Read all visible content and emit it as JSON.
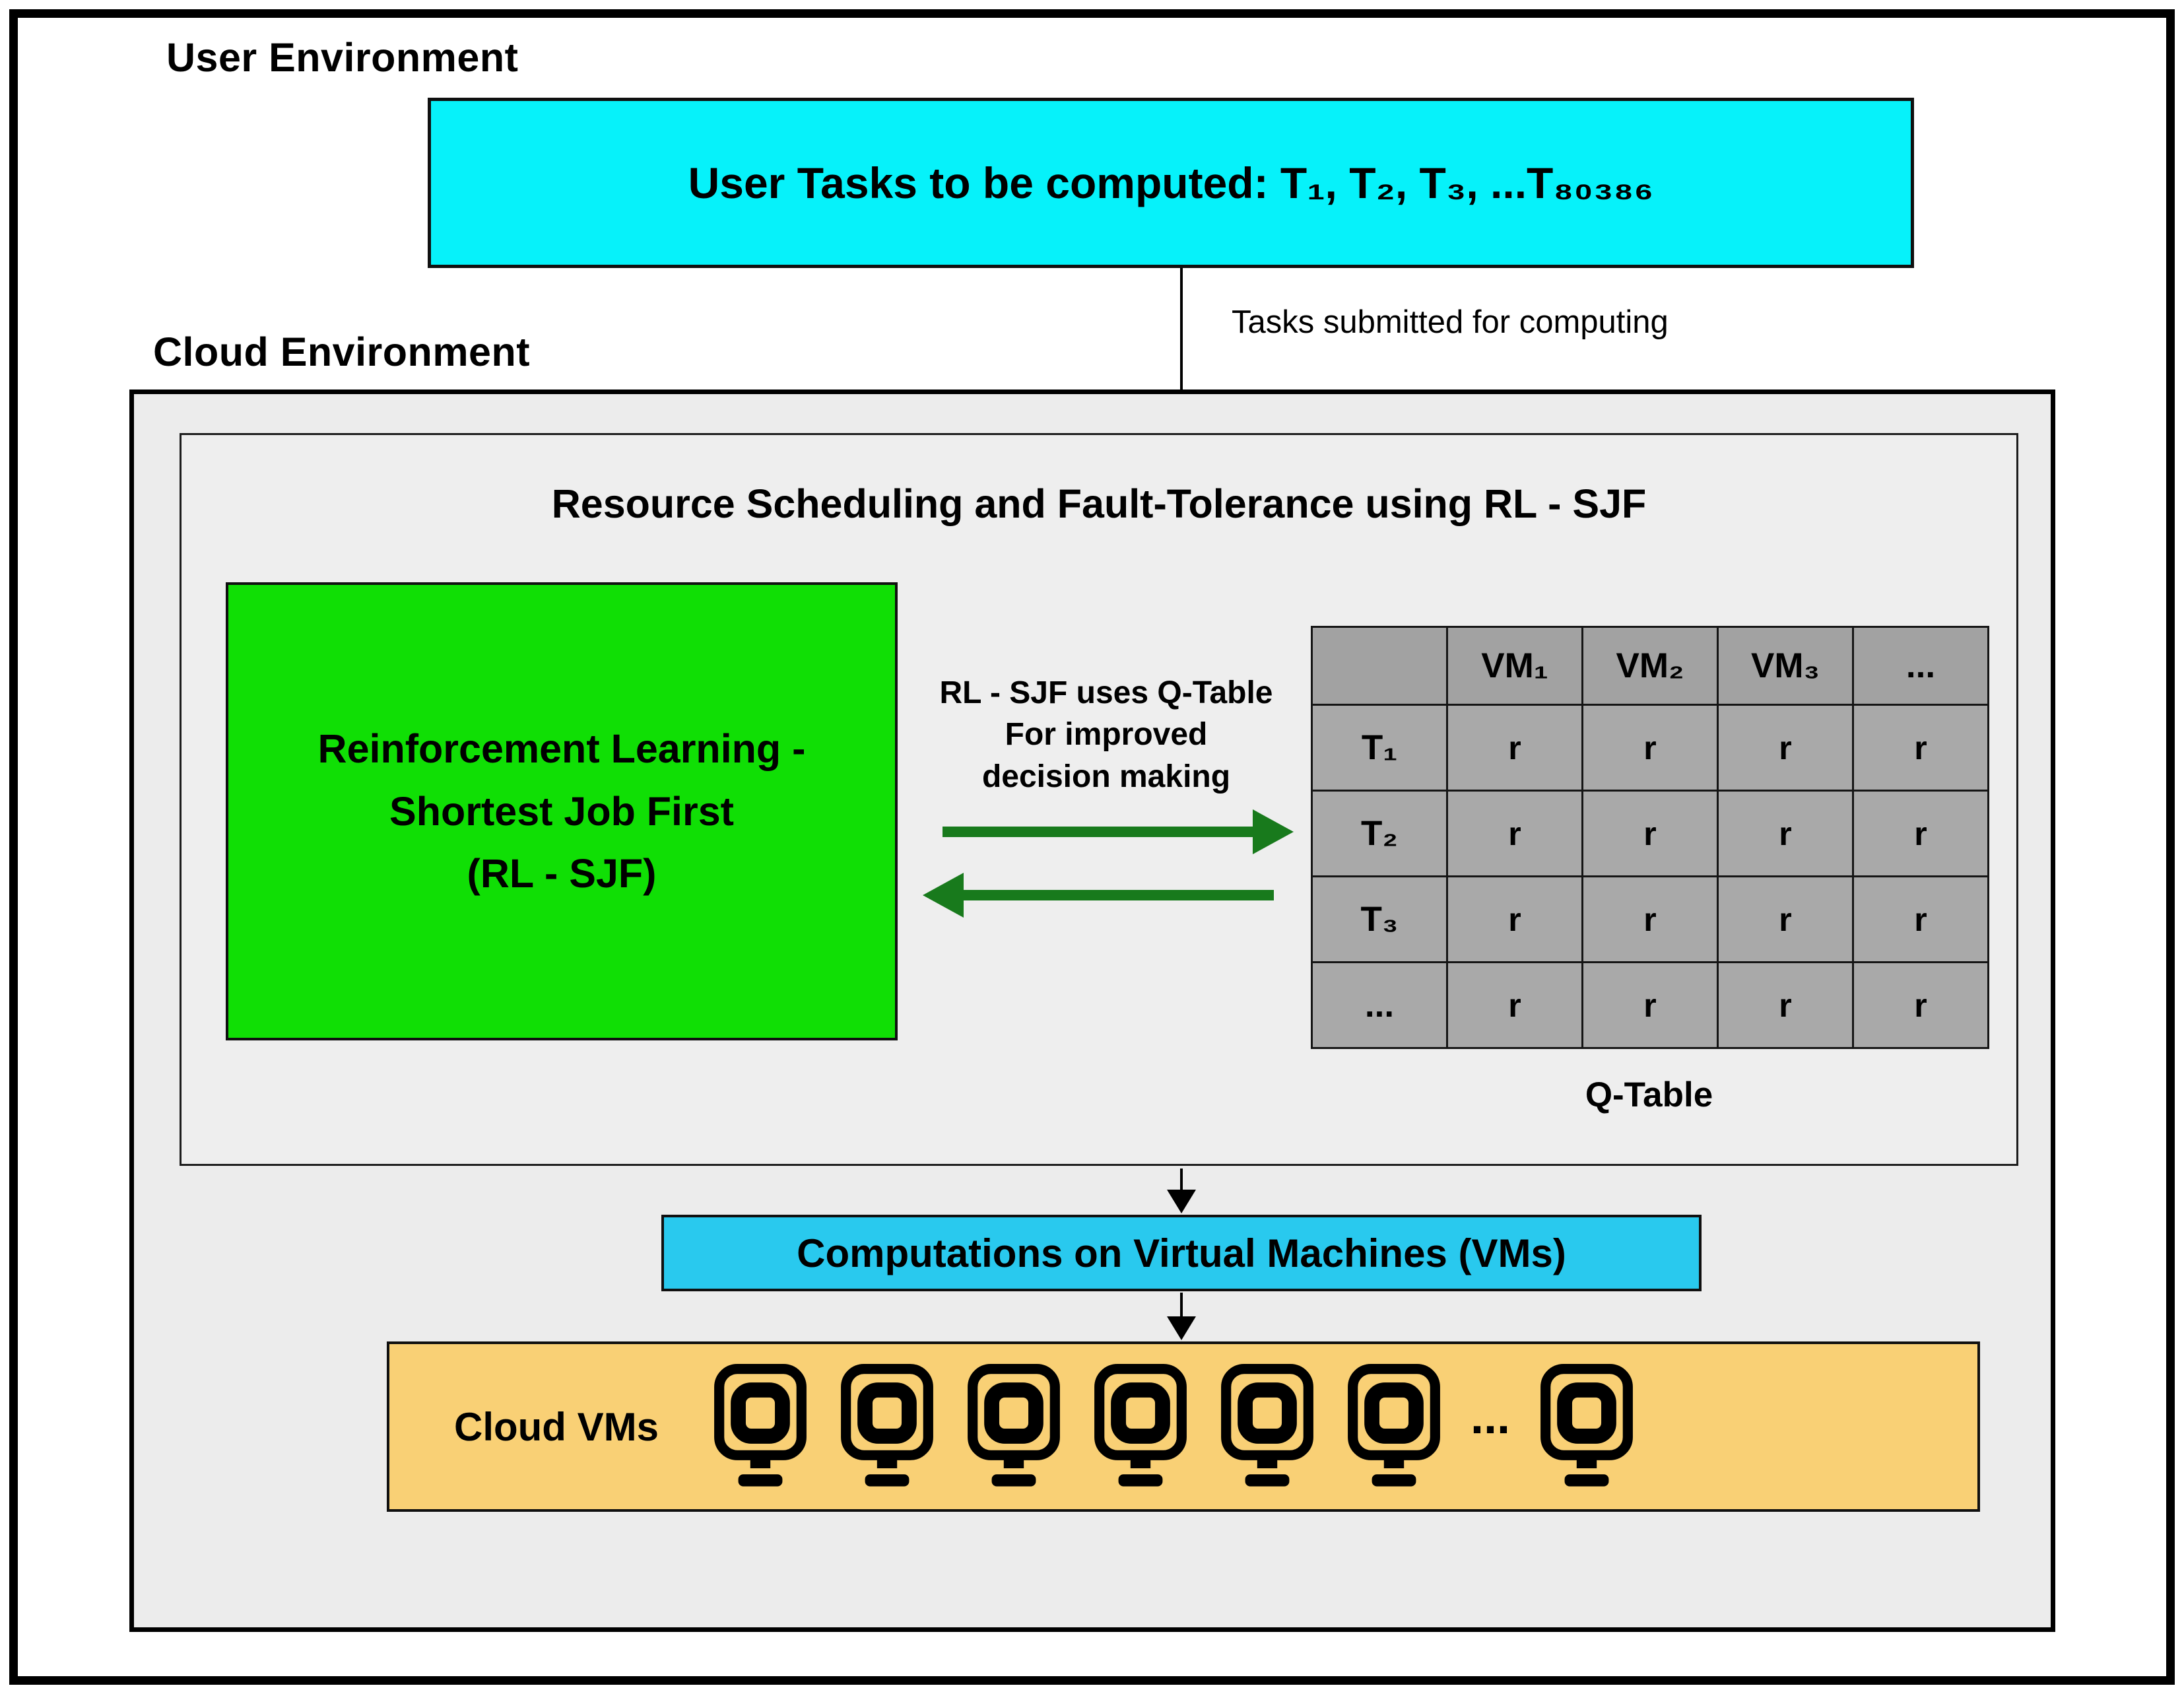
{
  "colors": {
    "user_tasks_cyan": "#06f2fa",
    "computations_cyan": "#29c9ee",
    "rl_green": "#10df05",
    "arrow_green": "#187a1c",
    "table_gray": "#a9a9a9",
    "panel_gray": "#ececec",
    "vms_orange": "#f9d075"
  },
  "user_environment": {
    "label": "User Environment",
    "tasks_box": "User Tasks to be computed: T₁, T₂, T₃, ...T₈₀₃₈₆"
  },
  "flow": {
    "submit_label": "Tasks submitted for computing"
  },
  "cloud_environment": {
    "label": "Cloud Environment",
    "scheduler": {
      "title": "Resource Scheduling and Fault-Tolerance using RL - SJF",
      "rl_box_lines": [
        "Reinforcement Learning -",
        "Shortest Job First",
        "(RL - SJF)"
      ],
      "note_lines": [
        "RL - SJF uses Q-Table",
        "For improved",
        "decision making"
      ],
      "qtable": {
        "caption": "Q-Table",
        "columns": [
          "",
          "VM₁",
          "VM₂",
          "VM₃",
          "..."
        ],
        "rows": [
          {
            "label": "T₁",
            "values": [
              "r",
              "r",
              "r",
              "r"
            ]
          },
          {
            "label": "T₂",
            "values": [
              "r",
              "r",
              "r",
              "r"
            ]
          },
          {
            "label": "T₃",
            "values": [
              "r",
              "r",
              "r",
              "r"
            ]
          },
          {
            "label": "...",
            "values": [
              "r",
              "r",
              "r",
              "r"
            ]
          }
        ]
      }
    },
    "computations_box": "Computations on Virtual Machines (VMs)",
    "cloud_vms": {
      "label": "Cloud VMs",
      "monitors_before_dots": 6,
      "dots": "...",
      "monitors_after_dots": 1
    }
  }
}
